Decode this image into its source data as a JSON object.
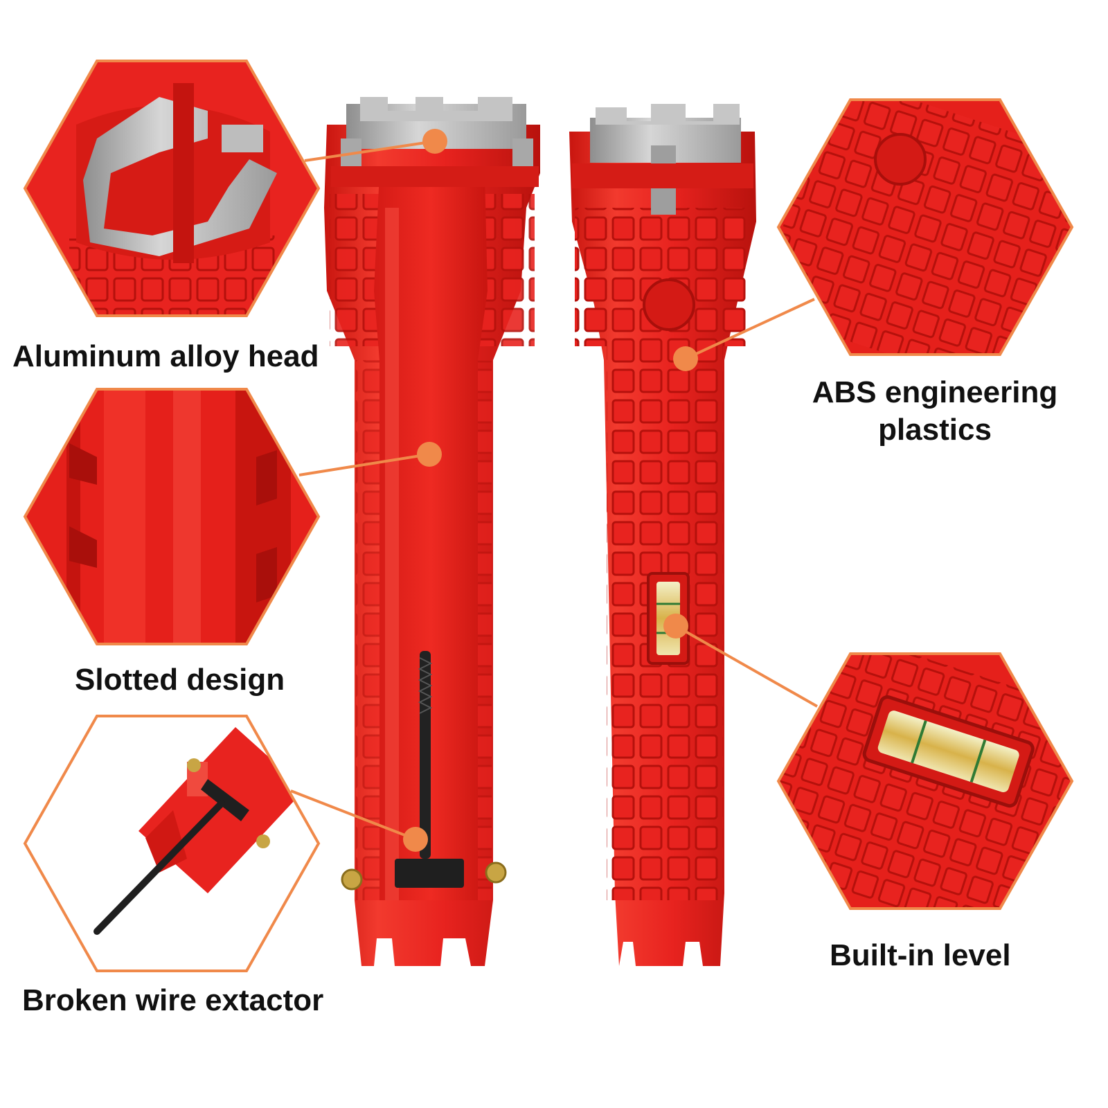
{
  "image": {
    "subject": "Red multi-function sink and faucet installation wrench, front and back views, with feature callouts",
    "accent_color": "#f0894a",
    "tool_color": "#e8231f",
    "metal_color": "#b9b9b9"
  },
  "callouts": {
    "aluminum_head": "Aluminum alloy head",
    "slotted_design": "Slotted design",
    "wire_extractor": "Broken wire extactor",
    "abs_line1": "ABS engineering",
    "abs_line2": "plastics",
    "built_in_level": "Built-in level"
  }
}
